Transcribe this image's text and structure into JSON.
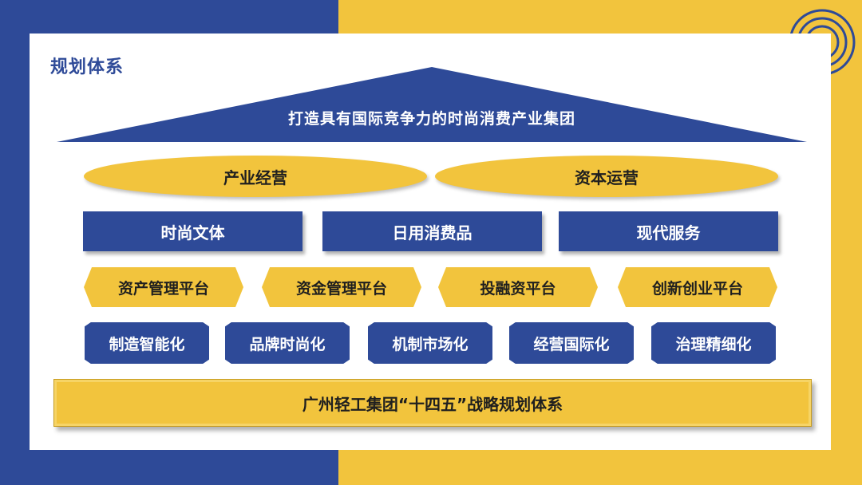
{
  "title": "规划体系",
  "vision": "打造具有国际竞争力的时尚消费产业集团",
  "pillars": [
    "产业经营",
    "资本运营"
  ],
  "sectors": [
    "时尚文体",
    "日用消费品",
    "现代服务"
  ],
  "platforms": [
    "资产管理平台",
    "资金管理平台",
    "投融资平台",
    "创新创业平台"
  ],
  "strategies": [
    "制造智能化",
    "品牌时尚化",
    "机制市场化",
    "经营国际化",
    "治理精细化"
  ],
  "foundation": "广州轻工集团“十四五”战略规划体系",
  "colors": {
    "navy": "#2e4a98",
    "gold": "#f2c43d",
    "white": "#ffffff"
  }
}
